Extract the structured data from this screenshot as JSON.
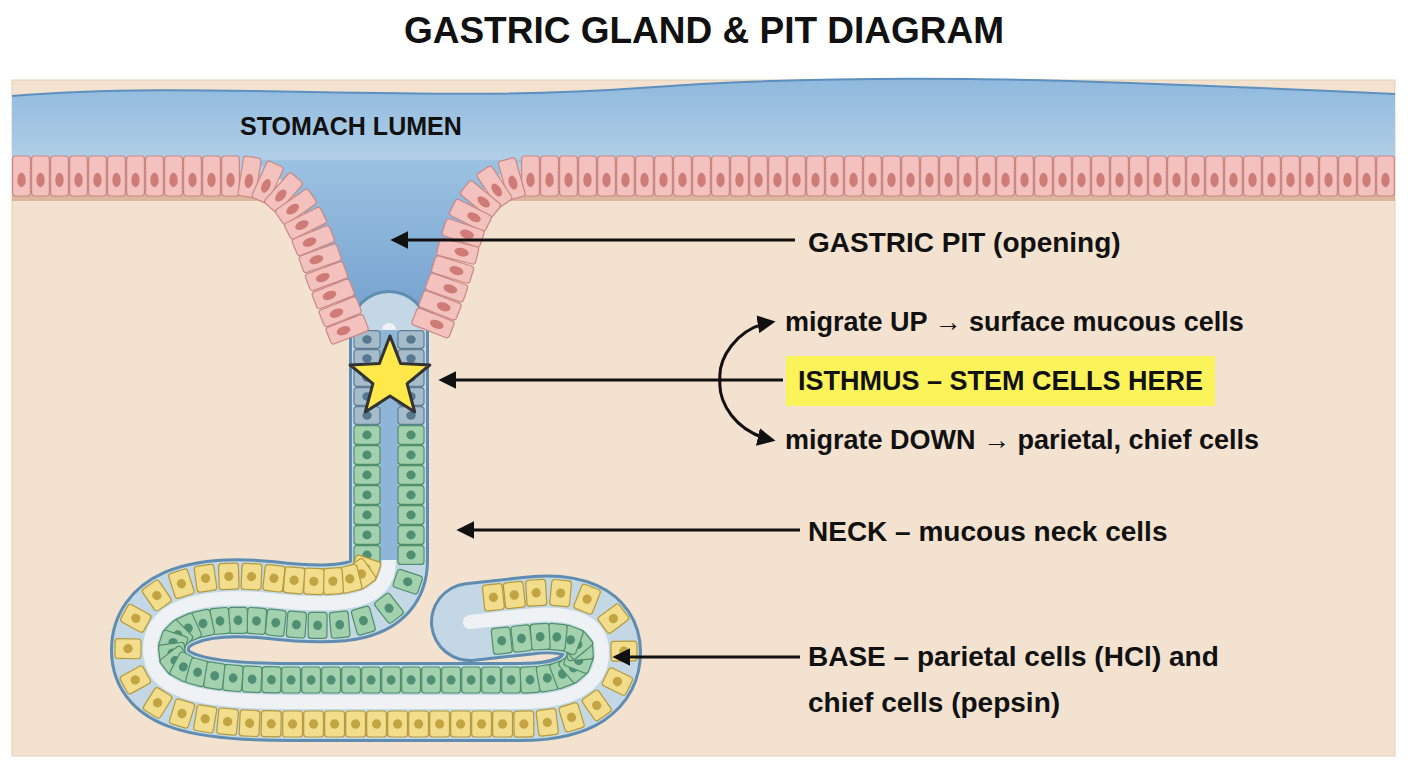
{
  "diagram": {
    "title": "GASTRIC GLAND & PIT DIAGRAM",
    "nodes": [
      {
        "text": [
          "ISTHMUS – STEM CELLS HERE"
        ]
      }
    ],
    "labels": [
      "STOMACH LUMEN",
      "GASTRIC PIT (opening)",
      "migrate UP → surface mucous cells",
      "migrate DOWN → parietal, chief cells",
      "NECK – mucous neck cells",
      "BASE – parietal cells (HCl) and chief cells (pepsin)"
    ]
  }
}
